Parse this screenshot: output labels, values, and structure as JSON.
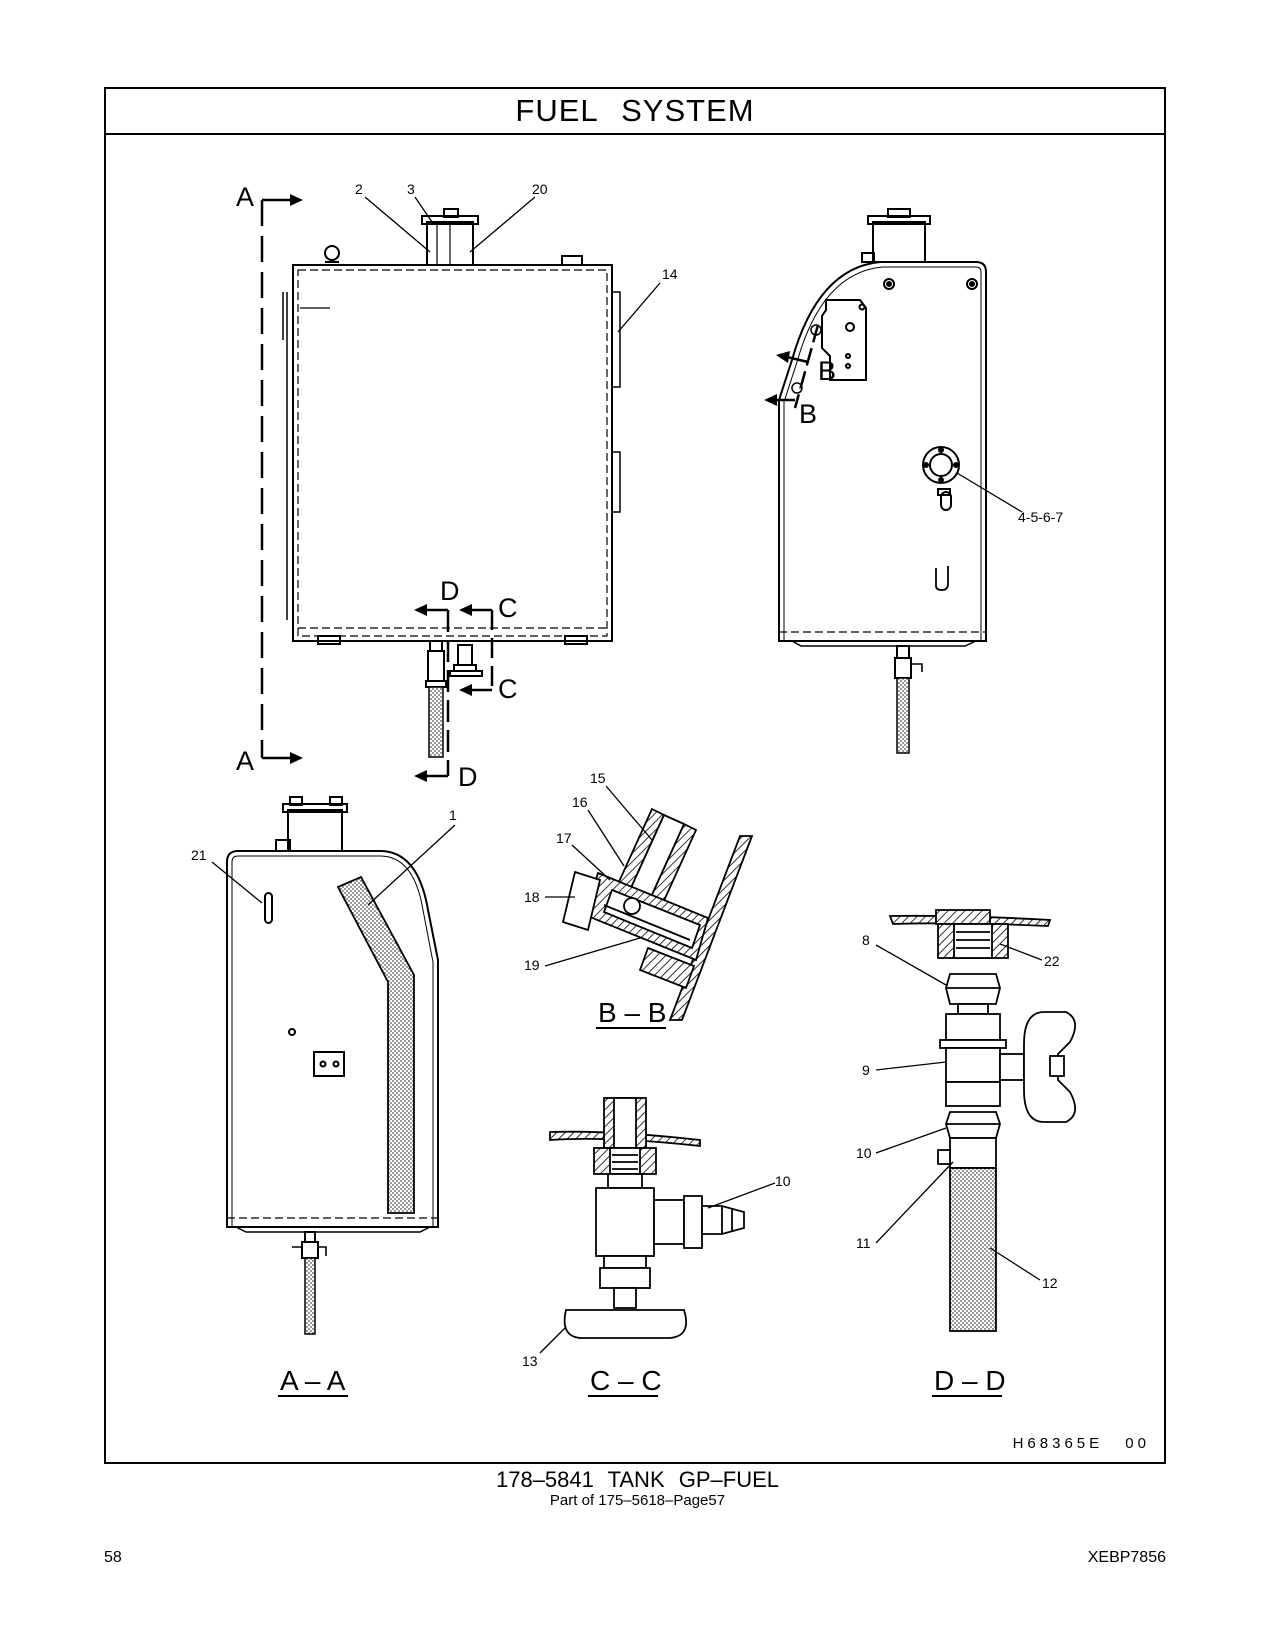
{
  "header": {
    "title": "FUEL   SYSTEM"
  },
  "drawing_code": "H68365E   00",
  "caption": {
    "main": "178–5841   TANK  GP–FUEL",
    "sub": "Part of 175–5618–Page57"
  },
  "footer": {
    "page_number": "58",
    "document_code": "XEBP7856"
  },
  "callouts": {
    "c2": "2",
    "c3": "3",
    "c20": "20",
    "c14": "14",
    "c4567": "4-5-6-7",
    "c1": "1",
    "c21": "21",
    "c15": "15",
    "c16": "16",
    "c17": "17",
    "c18": "18",
    "c19": "19",
    "c8": "8",
    "c22": "22",
    "c9": "9",
    "c10a": "10",
    "c10b": "10",
    "c11": "11",
    "c12": "12",
    "c13": "13"
  },
  "section_markers": {
    "a_top": "A",
    "a_bottom": "A",
    "d_top": "D",
    "d_bottom": "D",
    "c_top": "C",
    "c_bottom": "C",
    "b_upper": "B",
    "b_lower": "B"
  },
  "section_titles": {
    "aa": "A – A",
    "bb": "B – B",
    "cc": "C – C",
    "dd": "D – D"
  }
}
